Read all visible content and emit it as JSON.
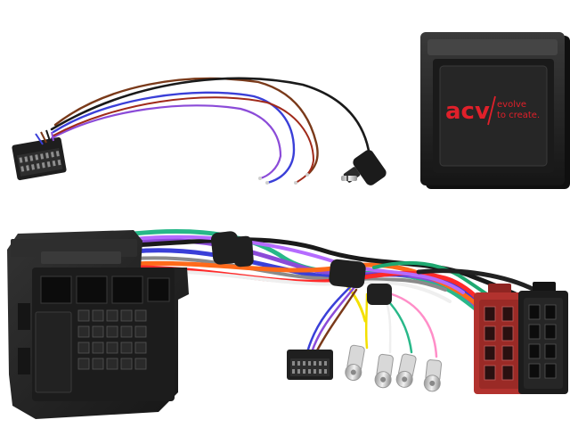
{
  "product": {
    "brand_logo": "acv",
    "brand_tagline_line1": "evolve",
    "brand_tagline_line2": "to create."
  },
  "colors": {
    "background": "#ffffff",
    "plastic_black": "#262626",
    "plastic_dark": "#1a1a1a",
    "iso_red": "#b2322e",
    "logo_red": "#e0202a",
    "wire_blue": "#3a3fd8",
    "wire_brown": "#7a3a1a",
    "wire_purple": "#8b4bd8",
    "wire_green": "#28b889",
    "wire_orange": "#ff6a1a",
    "wire_red": "#ff2a2a",
    "wire_pink": "#ff8ec8",
    "wire_yellow": "#f4e000",
    "wire_gray": "#8a8a8a",
    "wire_white": "#efefef",
    "tape_black": "#202020",
    "jack_silver": "#c8c8c8"
  },
  "icons": {
    "control_box": "black-box-icon",
    "jack_plug": "audio-jack-icon",
    "quadlock": "quadlock-connector-icon",
    "iso_power": "iso-power-connector-icon",
    "iso_speaker": "iso-speaker-connector-icon",
    "patch_lead_connector": "ribbon-connector-icon",
    "rca_plug": "rca-plug-icon"
  }
}
